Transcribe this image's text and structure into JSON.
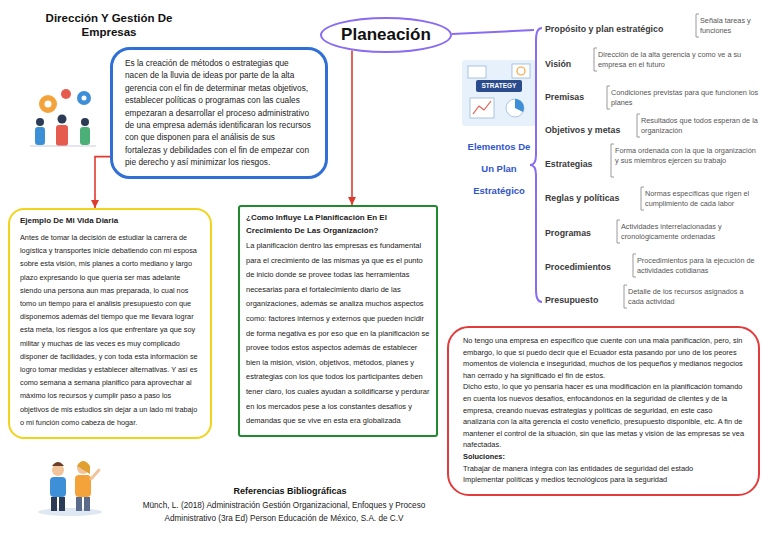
{
  "diagram": {
    "title": "Dirección Y Gestión De Empresas",
    "nodes": [
      {
        "text": [
          "Planeación"
        ]
      },
      {
        "text": [
          "Es la creación de métodos o estrategias que nacen de la lluvia de ideas por parte de la alta gerencia con el fin de determinar metas objetivos, establecer políticas o programas con las cuales empezaran a desarrollar el proceso administrativo de una empresa además identificaran los recursos con que disponen para el análisis de sus fortalezas y debilidades con el fin de empezar con pie derecho y así minimizar los riesgos."
        ]
      },
      {
        "text": [
          "Ejemplo De Mi Vida Diaria",
          "Antes de tomar la decisión de estudiar la carrera de logística y transportes inicie debatiendo con mi esposa sobre esta visión, mis planes a corto mediano y largo plazo expresando lo que quería ser mas adelante siendo una persona aun mas preparada, lo cual nos tomo un tiempo para el análisis presupuesto con que disponemos además del tiempo que me llevara lograr esta meta, los riesgos a los que enfrentare ya que soy militar y muchas de las veces es muy complicado disponer de facilidades, y con toda esta información se logro tomar medidas y establecer alternativas. Y así es como semana a semana planifico para aprovechar al máximo los recursos y cumplir paso a paso los objetivos de mis estudios sin dejar a un lado mi trabajo o mi función como cabeza de hogar."
        ]
      },
      {
        "text": [
          "¿Como Influye La Planificación En El Crecimiento De Las Organización?",
          "La planificación dentro las empresas es fundamental para el crecimiento de las mismas ya que es el punto de inicio donde se provee todas las herramientas necesarias para el fortalecimiento diario de las organizaciones, además se analiza muchos aspectos como: factores internos y externos que pueden incidir de forma negativa es por eso que en la planificación se provee todos estos aspectos además de establecer bien la misión, visión, objetivos, métodos, planes y estrategias con los que todos los participantes deben tener claro, los cuales ayudan a solidificarse y perdurar en los mercados pese a los constantes desafíos y demandas que se vive en esta era globalizada"
        ]
      },
      {
        "text": [
          "No tengo una empresa en específico que cuente con una mala panificación, pero, sin embargo, lo que sí puedo decir que el Ecuador esta pasando por uno de los peores momentos de violencia e inseguridad, muchos de los pequeños y medianos negocios han cerrado y ha significado el fin de estos.",
          "Dicho esto, lo que yo pensaría hacer es una modificación en la planificación tomando en cuenta los nuevos desafíos, enfocándonos en la seguridad de clientes y de la empresa, creando nuevas estrategias y políticas de seguridad, en este caso analizaría con la alta gerencia el costo veneficio, presupuesto disponible, etc. A fin de mantener el control de la situación, sin que las metas y visión de las empresas se vea nafectadas.",
          "Soluciones:",
          "Trabajar de manera íntegra con las entidades de seguridad del estado",
          "Implementar políticas y medios tecnológicos para la seguridad"
        ]
      }
    ],
    "edges": [
      {
        "from": 0,
        "to": 3,
        "arrow": "to"
      },
      {
        "from": 1,
        "to": 2,
        "arrow": "to"
      }
    ],
    "labels": [
      "Propósito y plan estratégico",
      "Señala tareas y funciones",
      "Visión",
      "Dirección de la alta gerencia y como ve a su empresa en el futuro",
      "Premisas",
      "Condiciones previstas para que funcionen los planes",
      "Objetivos y metas",
      "Resultados que todos esperan de la organización",
      "Estrategias",
      "Forma ordenada con la que la organización y sus miembros ejercen su trabajo",
      "Reglas y políticas",
      "Normas específicas que rigen el cumplimiento de cada labor",
      "Programas",
      "Actividades interrelacionadas y cronológicamente ordenadas",
      "Procedimientos",
      "Procedimientos para la ejecución de actividades cotidianas",
      "Presupuesto",
      "Detalle de los recursos asignados a cada actividad",
      "Elementos De Un Plan Estratégico",
      "STRATEGY",
      "Referencias Bibliográficas",
      "Münch, L. (2018) Administración Gestión Organizacional, Enfoques y Proceso Administrativo (3ra Ed) Person Educación de México, S.A. de C.V"
    ]
  }
}
